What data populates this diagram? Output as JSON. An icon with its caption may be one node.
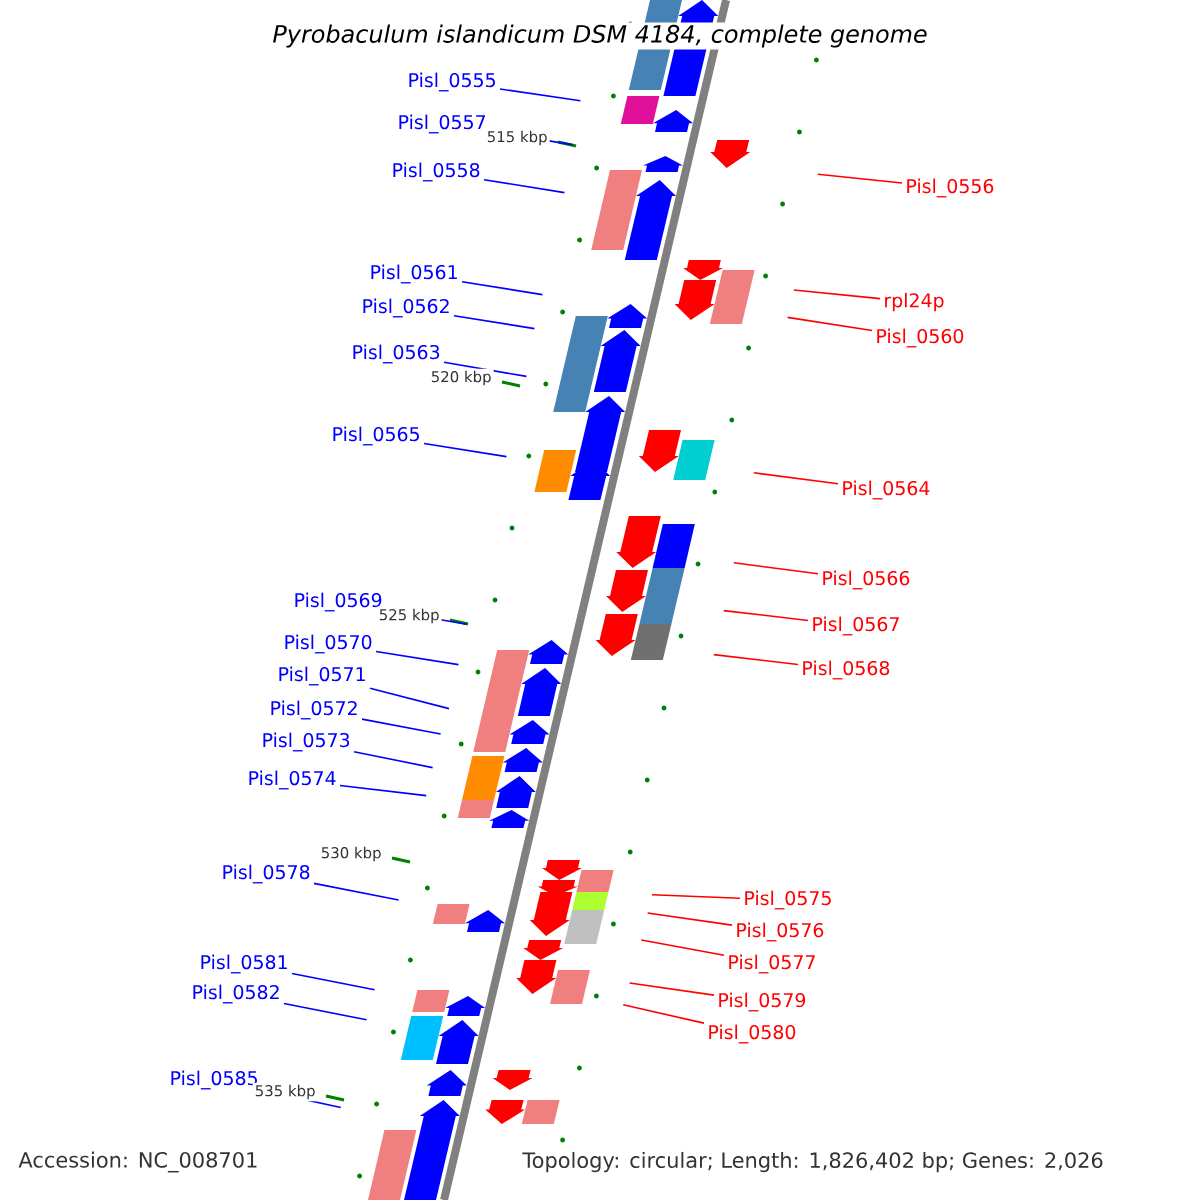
{
  "diagram": {
    "title": "Pyrobaculum islandicum DSM 4184, complete genome",
    "nodes": [
      {
        "text": [
          "Pisl_0555"
        ]
      },
      {
        "text": [
          "Pisl_0557"
        ]
      },
      {
        "text": [
          "Pisl_0558"
        ]
      },
      {
        "text": [
          "Pisl_0556"
        ]
      },
      {
        "text": [
          "Pisl_0561"
        ]
      },
      {
        "text": [
          "rpl24p"
        ]
      },
      {
        "text": [
          "Pisl_0562"
        ]
      },
      {
        "text": [
          "Pisl_0560"
        ]
      },
      {
        "text": [
          "Pisl_0563"
        ]
      },
      {
        "text": [
          "Pisl_0565"
        ]
      },
      {
        "text": [
          "Pisl_0564"
        ]
      },
      {
        "text": [
          "Pisl_0566"
        ]
      },
      {
        "text": [
          "Pisl_0569"
        ]
      },
      {
        "text": [
          "Pisl_0567"
        ]
      },
      {
        "text": [
          "Pisl_0570"
        ]
      },
      {
        "text": [
          "Pisl_0568"
        ]
      },
      {
        "text": [
          "Pisl_0571"
        ]
      },
      {
        "text": [
          "Pisl_0572"
        ]
      },
      {
        "text": [
          "Pisl_0573"
        ]
      },
      {
        "text": [
          "Pisl_0574"
        ]
      },
      {
        "text": [
          "Pisl_0578"
        ]
      },
      {
        "text": [
          "Pisl_0575"
        ]
      },
      {
        "text": [
          "Pisl_0576"
        ]
      },
      {
        "text": [
          "Pisl_0577"
        ]
      },
      {
        "text": [
          "Pisl_0581"
        ]
      },
      {
        "text": [
          "Pisl_0582"
        ]
      },
      {
        "text": [
          "Pisl_0579"
        ]
      },
      {
        "text": [
          "Pisl_0580"
        ]
      },
      {
        "text": [
          "Pisl_0585"
        ]
      }
    ],
    "edges": [
      {
        "from": 0,
        "to": null,
        "arrow": "none"
      },
      {
        "from": 1,
        "to": null,
        "arrow": "none"
      },
      {
        "from": 2,
        "to": null,
        "arrow": "none"
      },
      {
        "from": 3,
        "to": null,
        "arrow": "none",
        "color": "#ff0000"
      },
      {
        "from": 4,
        "to": null,
        "arrow": "none"
      },
      {
        "from": 5,
        "to": null,
        "arrow": "none",
        "color": "#ff0000"
      },
      {
        "from": 6,
        "to": null,
        "arrow": "none"
      },
      {
        "from": 7,
        "to": null,
        "arrow": "none",
        "color": "#ff0000"
      },
      {
        "from": 8,
        "to": null,
        "arrow": "none"
      },
      {
        "from": 9,
        "to": null,
        "arrow": "none"
      },
      {
        "from": 10,
        "to": null,
        "arrow": "none",
        "color": "#ff0000"
      },
      {
        "from": 11,
        "to": null,
        "arrow": "none",
        "color": "#ff0000"
      },
      {
        "from": 12,
        "to": null,
        "arrow": "none"
      },
      {
        "from": 13,
        "to": null,
        "arrow": "none",
        "color": "#ff0000"
      },
      {
        "from": 14,
        "to": null,
        "arrow": "none"
      },
      {
        "from": 15,
        "to": null,
        "arrow": "none",
        "color": "#ff0000"
      },
      {
        "from": 16,
        "to": null,
        "arrow": "none"
      },
      {
        "from": 17,
        "to": null,
        "arrow": "none"
      },
      {
        "from": 18,
        "to": null,
        "arrow": "none"
      },
      {
        "from": 19,
        "to": null,
        "arrow": "none"
      },
      {
        "from": 20,
        "to": null,
        "arrow": "none"
      },
      {
        "from": 21,
        "to": null,
        "arrow": "none",
        "color": "#ff0000"
      },
      {
        "from": 22,
        "to": null,
        "arrow": "none",
        "color": "#ff0000"
      },
      {
        "from": 23,
        "to": null,
        "arrow": "none",
        "color": "#ff0000"
      },
      {
        "from": 24,
        "to": null,
        "arrow": "none"
      },
      {
        "from": 25,
        "to": null,
        "arrow": "none"
      },
      {
        "from": 26,
        "to": null,
        "arrow": "none",
        "color": "#ff0000"
      },
      {
        "from": 27,
        "to": null,
        "arrow": "none",
        "color": "#ff0000"
      },
      {
        "from": 28,
        "to": null,
        "arrow": "none"
      }
    ],
    "labels": [
      "515 kbp",
      "520 kbp",
      "525 kbp",
      "530 kbp",
      "535 kbp",
      "Accession: NC_008701",
      "Topology: circular; Length: 1,826,402 bp; Genes: 2,026"
    ]
  }
}
